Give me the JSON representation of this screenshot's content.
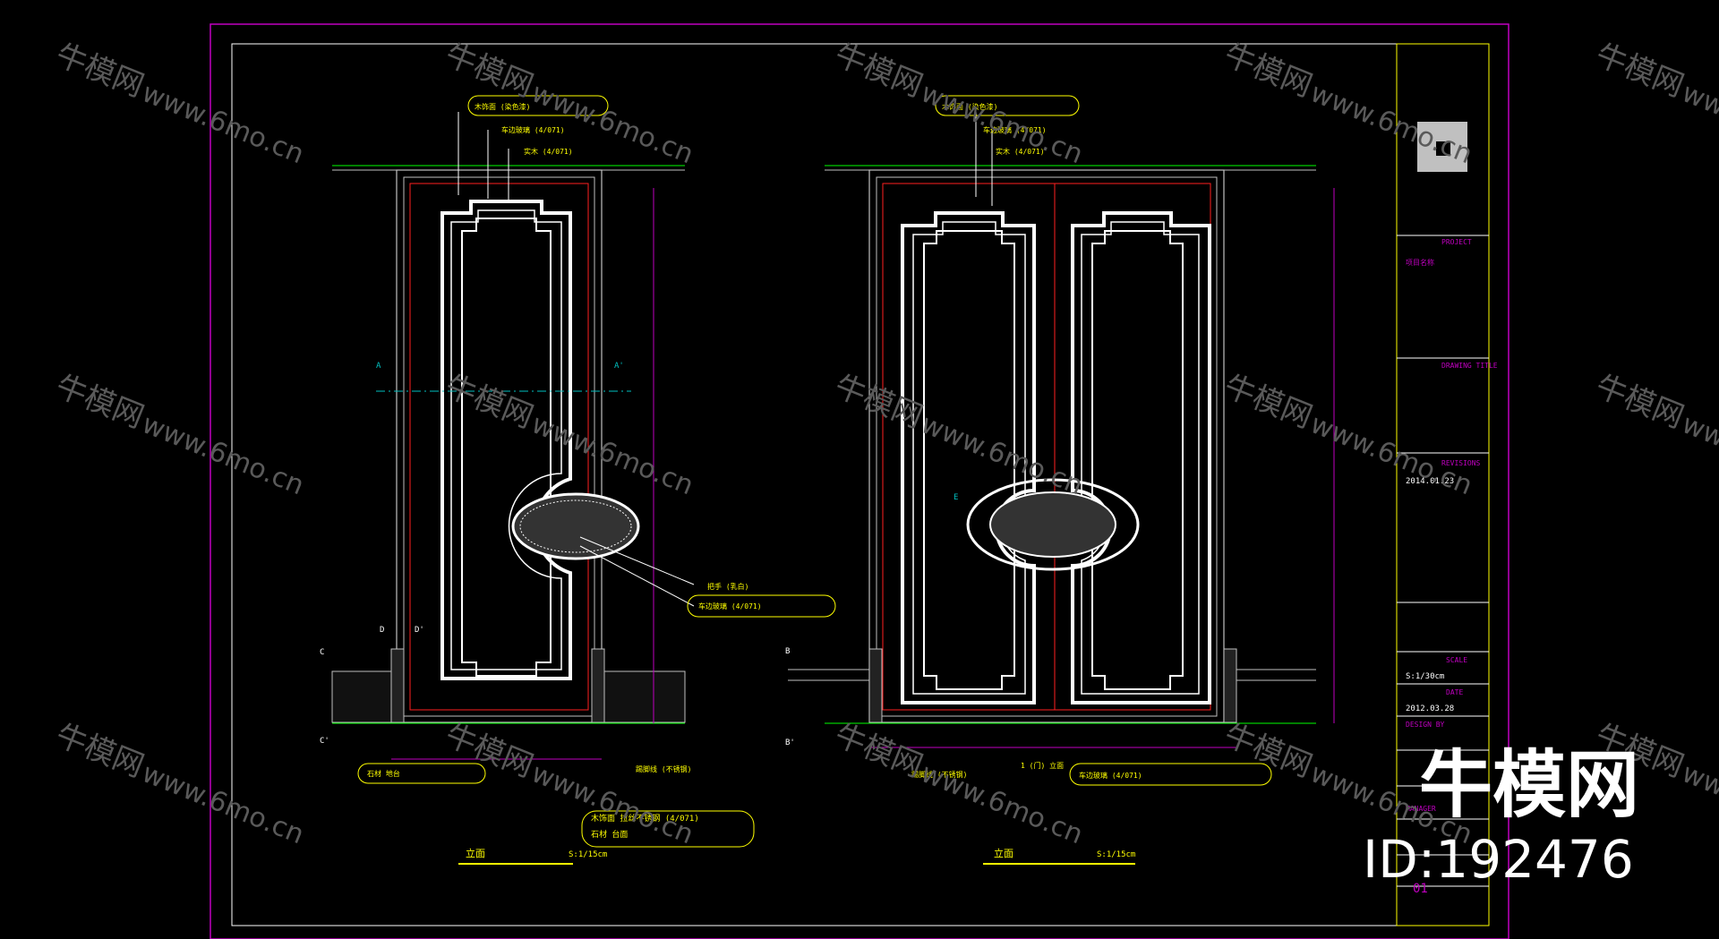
{
  "drawing": {
    "annotations": {
      "a_top": "木饰面 (染色漆)",
      "a_glass": "车边玻璃 (4/071)",
      "a_wood": "实木 (4/071)",
      "a_handle": "把手 (乳白)",
      "a_right_top": "木饰面 (染色漆)",
      "a_right_glass": "车边玻璃 (4/071)",
      "a_right_wood": "实木 (4/071)",
      "a_bottom_left": "石材 地台",
      "a_bottom_mid": "踢脚线 (不锈钢)",
      "a_bottom_note1": "木饰面 拉丝不锈钢 (4/071)",
      "a_bottom_note2": "石材 台面",
      "a_bottom_right_mid": "踢脚线 (不锈钢)",
      "a_bottom_right": "车边玻璃 (4/071)",
      "a_center_note": "1 (门) 立面"
    },
    "section_marks": {
      "a_left": "A",
      "a_right": "A'",
      "d_left": "D",
      "d_right": "D'",
      "c_left": "C",
      "c_bottom": "C'",
      "b_top": "B",
      "b_bottom": "B'",
      "e_mark": "E"
    },
    "view_labels": {
      "left_title": "立面",
      "left_scale": "S:1/15cm",
      "right_title": "立面",
      "right_scale": "S:1/15cm"
    },
    "title_block": {
      "project_label": "PROJECT",
      "project_name": "项目名称",
      "drawing_title_label": "DRAWING TITLE",
      "revisions_label": "REVISIONS",
      "revision_date": "2014.01.23",
      "scale_label": "SCALE",
      "scale_value": "S:1/30cm",
      "date_label": "DATE",
      "date_value": "2012.03.28",
      "design_label": "DESIGN BY",
      "manager_label": "MANAGER",
      "sheet_no": "01"
    }
  },
  "watermark": {
    "site_text": "www.6mo.cn",
    "brand_text": "牛模网",
    "brand_big": "牛模网",
    "id_text": "ID:192476"
  },
  "colors": {
    "background": "#000000",
    "frame": "#c000c0",
    "door_line": "#ffffff",
    "red": "#ff2020",
    "annotation": "#ffff00",
    "dimension": "#00ff00",
    "section": "#00c0c0"
  }
}
